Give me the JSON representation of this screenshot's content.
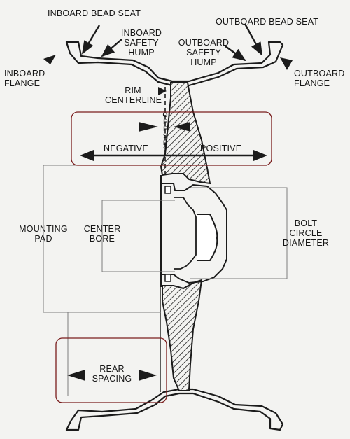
{
  "labels": {
    "inboard_bead_seat": "INBOARD BEAD SEAT",
    "inboard_safety_hump": [
      "INBOARD",
      "SAFETY",
      "HUMP"
    ],
    "outboard_bead_seat": "OUTBOARD BEAD SEAT",
    "outboard_safety_hump": [
      "OUTBOARD",
      "SAFETY",
      "HUMP"
    ],
    "inboard_flange": [
      "INBOARD",
      "FLANGE"
    ],
    "outboard_flange": [
      "OUTBOARD",
      "FLANGE"
    ],
    "rim_centerline": [
      "RIM",
      "CENTERLINE"
    ],
    "offset": [
      "O",
      "F",
      "F",
      "S",
      "E",
      "T"
    ],
    "negative": "NEGATIVE",
    "positive": "POSITIVE",
    "mounting_pad": [
      "MOUNTING",
      "PAD"
    ],
    "center_bore": [
      "CENTER",
      "BORE"
    ],
    "bolt_circle_diameter": [
      "BOLT",
      "CIRCLE",
      "DIAMETER"
    ],
    "rear_spacing": [
      "REAR",
      "SPACING"
    ]
  },
  "colors": {
    "line": "#1b1b1b",
    "highlight_box": "#7a1d1d",
    "leader": "#7d7d7d",
    "background": "#f3f3f1"
  }
}
